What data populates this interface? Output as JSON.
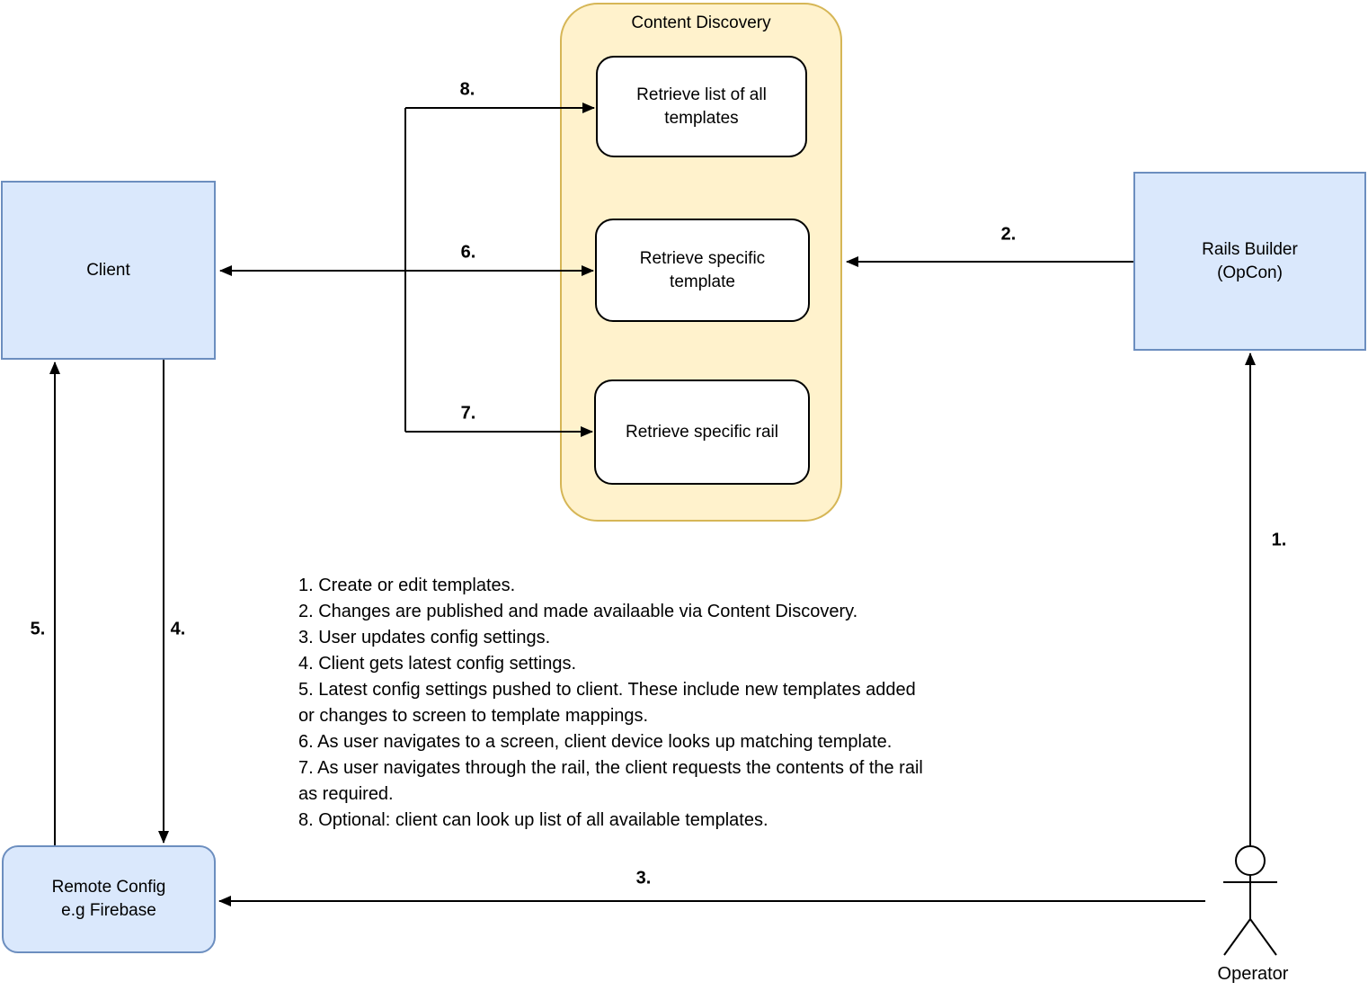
{
  "diagram": {
    "container": {
      "title": "Content Discovery"
    },
    "actions": [
      {
        "label": "Retrieve list of all\ntemplates"
      },
      {
        "label": "Retrieve specific\ntemplate"
      },
      {
        "label": "Retrieve specific rail"
      }
    ],
    "nodes": {
      "client": {
        "label": "Client"
      },
      "rails_builder": {
        "label": "Rails Builder\n(OpCon)"
      },
      "remote_config": {
        "label": "Remote Config\ne.g Firebase"
      },
      "operator": {
        "label": "Operator"
      }
    },
    "arrow_labels": {
      "step1": "1.",
      "step2": "2.",
      "step3": "3.",
      "step4": "4.",
      "step5": "5.",
      "step6": "6.",
      "step7": "7.",
      "step8": "8."
    },
    "notes": [
      "1. Create or edit templates.",
      "2. Changes are published and made availaable via Content Discovery.",
      "3. User updates config settings.",
      "4. Client gets latest config settings.",
      "5. Latest config settings pushed to client. These include new templates added\nor changes to screen to template mappings.",
      "6. As user navigates to a screen, client device looks up matching template.",
      "7. As user navigates through the rail, the client requests the contents of the rail\nas required.",
      "8. Optional: client can look up list of all available templates."
    ],
    "colors": {
      "node_fill": "#dae8fc",
      "node_stroke": "#6c8ebf",
      "container_fill": "#fff2cc",
      "container_stroke": "#d6b656",
      "action_fill": "#ffffff",
      "action_stroke": "#000000",
      "line": "#000000"
    }
  }
}
